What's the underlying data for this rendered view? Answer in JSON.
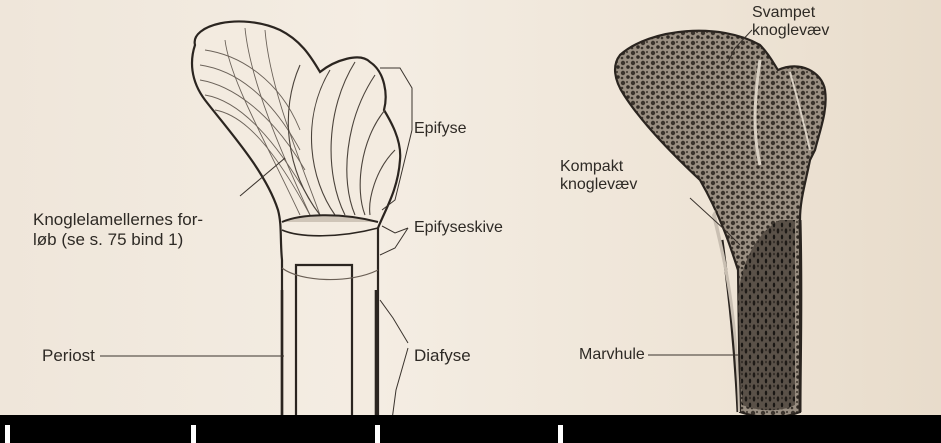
{
  "diagram": {
    "left_labels": {
      "knoglelamellernes_line1": "Knoglelamellernes for-",
      "knoglelamellernes_line2": "løb (se s. 75 bind 1)",
      "periost": "Periost",
      "epifyse": "Epifyse",
      "epifyseskive": "Epifyseskive",
      "diafyse": "Diafyse"
    },
    "right_labels": {
      "svampet_line1": "Svampet",
      "svampet_line2": "knoglevæv",
      "kompakt_line1": "Kompakt",
      "kompakt_line2": "knoglevæv",
      "marvhule": "Marvhule"
    }
  }
}
